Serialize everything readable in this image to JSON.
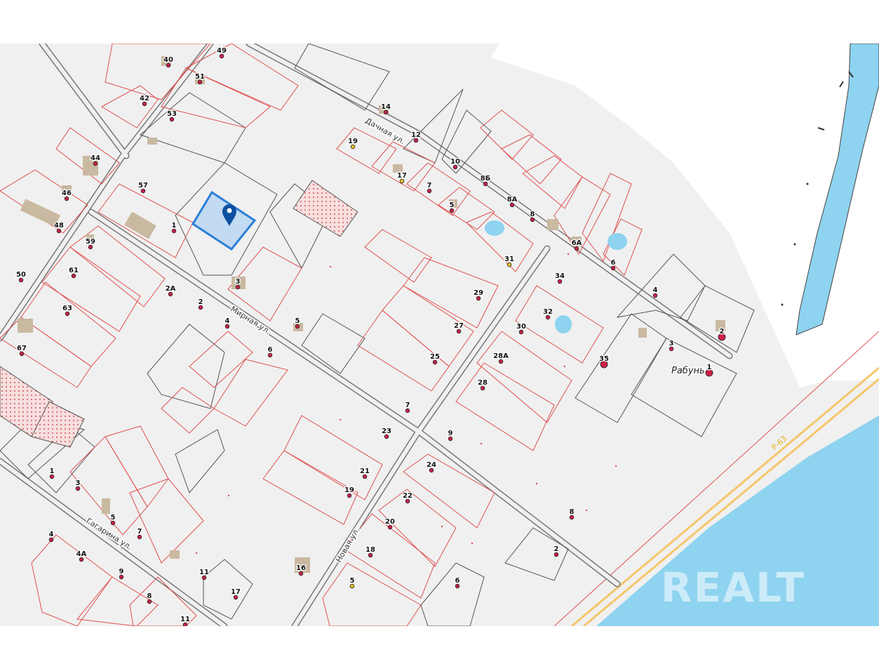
{
  "map": {
    "settlement": "Рабунь",
    "road_label": "Р-63",
    "watermark": "REALT",
    "streets": {
      "dachnaya": "Дачная ул.",
      "mirnaya": "Мирная ул.",
      "novaya": "Новая ул.",
      "gagarina": "Гагарина ул."
    },
    "house_numbers": [
      "40",
      "49",
      "51",
      "42",
      "53",
      "44",
      "46",
      "57",
      "48",
      "1",
      "59",
      "61",
      "50",
      "2А",
      "63",
      "67",
      "2",
      "3",
      "4",
      "5",
      "6",
      "14",
      "12",
      "19",
      "17",
      "7",
      "10",
      "8Б",
      "5",
      "8А",
      "8",
      "6А",
      "6",
      "31",
      "34",
      "4",
      "32",
      "30",
      "29",
      "27",
      "25",
      "28А",
      "35",
      "3",
      "2",
      "1",
      "28",
      "7",
      "23",
      "9",
      "24",
      "1",
      "3",
      "21",
      "19",
      "22",
      "5",
      "7",
      "20",
      "18",
      "4",
      "4А",
      "9",
      "11",
      "17",
      "16",
      "5",
      "6",
      "8",
      "11",
      "8",
      "2"
    ],
    "colors": {
      "background": "#f0f0f0",
      "water": "#8ed3ef",
      "parcel_red": "#e05050",
      "parcel_gray": "#555555",
      "selected": "#2b7fd6",
      "marker": "#0d4fa0",
      "point": "#cc1f48",
      "road_highway": "#f5c66a"
    }
  }
}
